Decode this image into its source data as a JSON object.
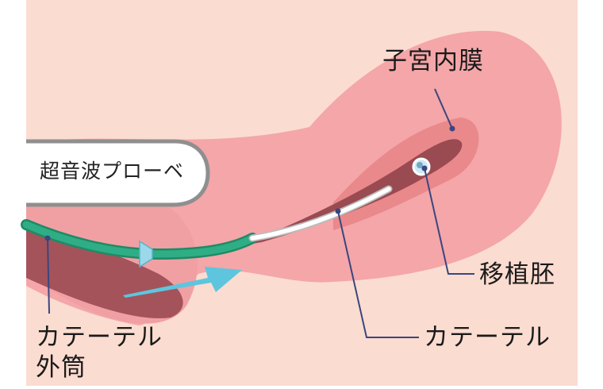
{
  "colors": {
    "background": "#fbdcd0",
    "uterus_outer": "#f4a6a8",
    "endometrium": "#e9898c",
    "cavity": "#9a4a51",
    "catheter_sheath": "#2fae86",
    "catheter_inner": "#ffffff",
    "probe_fill": "#ffffff",
    "probe_border": "#8f8f8f",
    "arrow": "#5ec5de",
    "leader_line": "#3a4680"
  },
  "labels": {
    "endometrium": "子宮内膜",
    "embryo": "移植胚",
    "catheter": "カテーテル",
    "outer_sheath_line1": "カテーテル",
    "outer_sheath_line2": "外筒",
    "probe": "超音波プローベ"
  }
}
